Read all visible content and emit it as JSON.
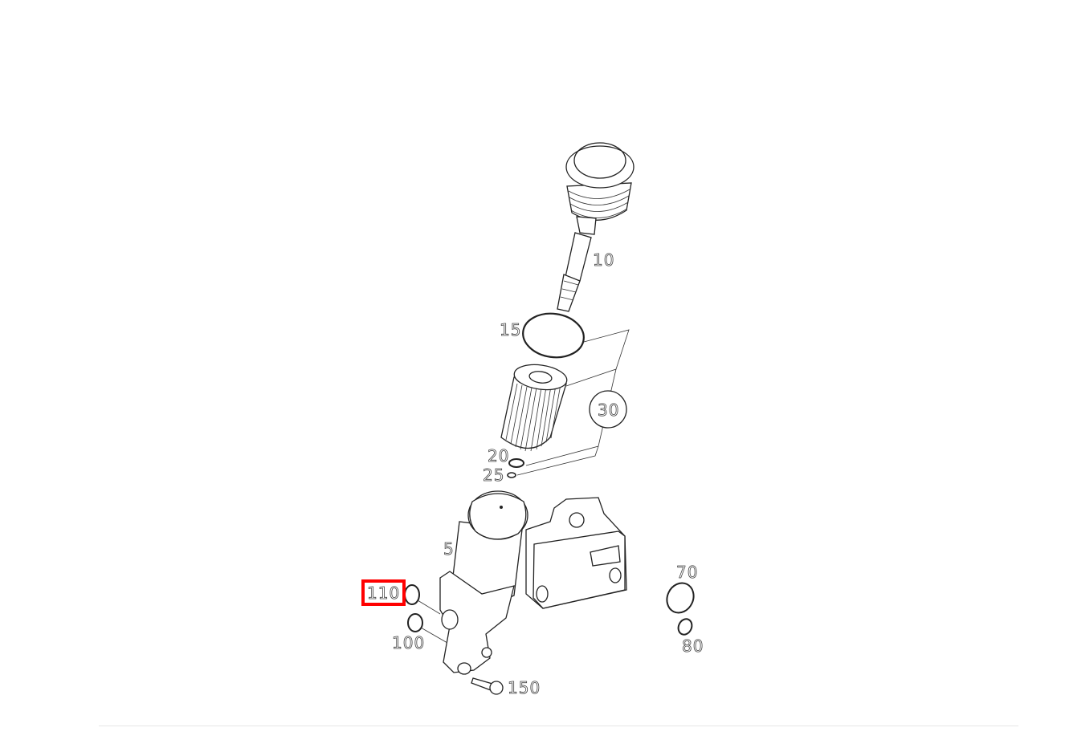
{
  "diagram": {
    "callouts": [
      {
        "id": "10",
        "label": "10"
      },
      {
        "id": "15",
        "label": "15"
      },
      {
        "id": "30",
        "label": "30"
      },
      {
        "id": "20",
        "label": "20"
      },
      {
        "id": "25",
        "label": "25"
      },
      {
        "id": "5",
        "label": "5"
      },
      {
        "id": "110",
        "label": "110",
        "highlighted": true
      },
      {
        "id": "100",
        "label": "100"
      },
      {
        "id": "70",
        "label": "70"
      },
      {
        "id": "80",
        "label": "80"
      },
      {
        "id": "150",
        "label": "150"
      }
    ],
    "highlight_color": "#ff0000"
  }
}
